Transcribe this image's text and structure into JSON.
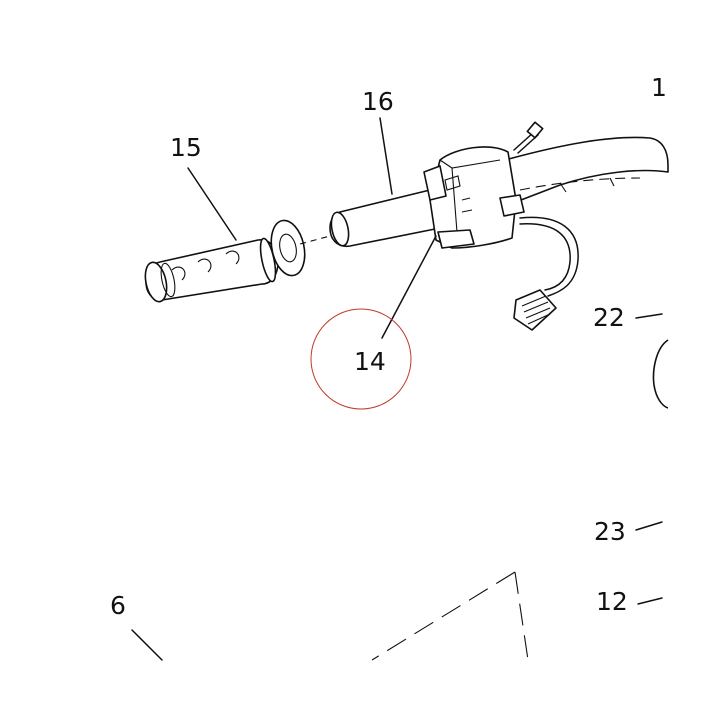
{
  "labels": {
    "p1": "1",
    "p16": "16",
    "p15": "15",
    "p22": "22",
    "p14": "14",
    "p23": "23",
    "p12": "12",
    "p6": "6"
  },
  "colors": {
    "ink": "#111111",
    "highlight": "#c0392b",
    "background": "#ffffff"
  },
  "highlighted_part": "14"
}
